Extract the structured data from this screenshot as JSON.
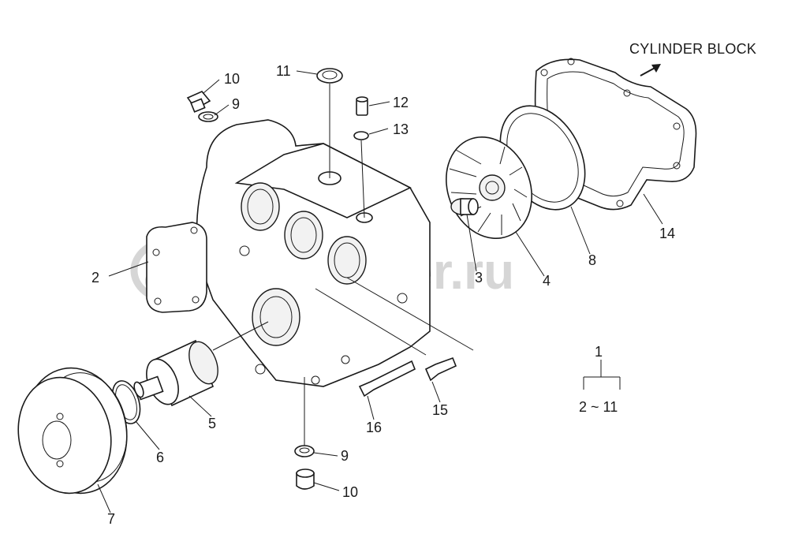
{
  "header": {
    "title": "CYLINDER BLOCK"
  },
  "watermark": {
    "text": "autopiter.ru"
  },
  "callouts": {
    "c1": "1",
    "c2": "2",
    "c3": "3",
    "c4": "4",
    "c5": "5",
    "c6": "6",
    "c7": "7",
    "c8": "8",
    "c9a": "9",
    "c9b": "9",
    "c10a": "10",
    "c10b": "10",
    "c11": "11",
    "c12": "12",
    "c13": "13",
    "c14": "14",
    "c15": "15",
    "c16": "16"
  },
  "assembly": {
    "range": "2 ~ 11"
  },
  "colors": {
    "line": "#1a1a1a",
    "watermark": "#d6d6d6",
    "background": "#ffffff"
  }
}
